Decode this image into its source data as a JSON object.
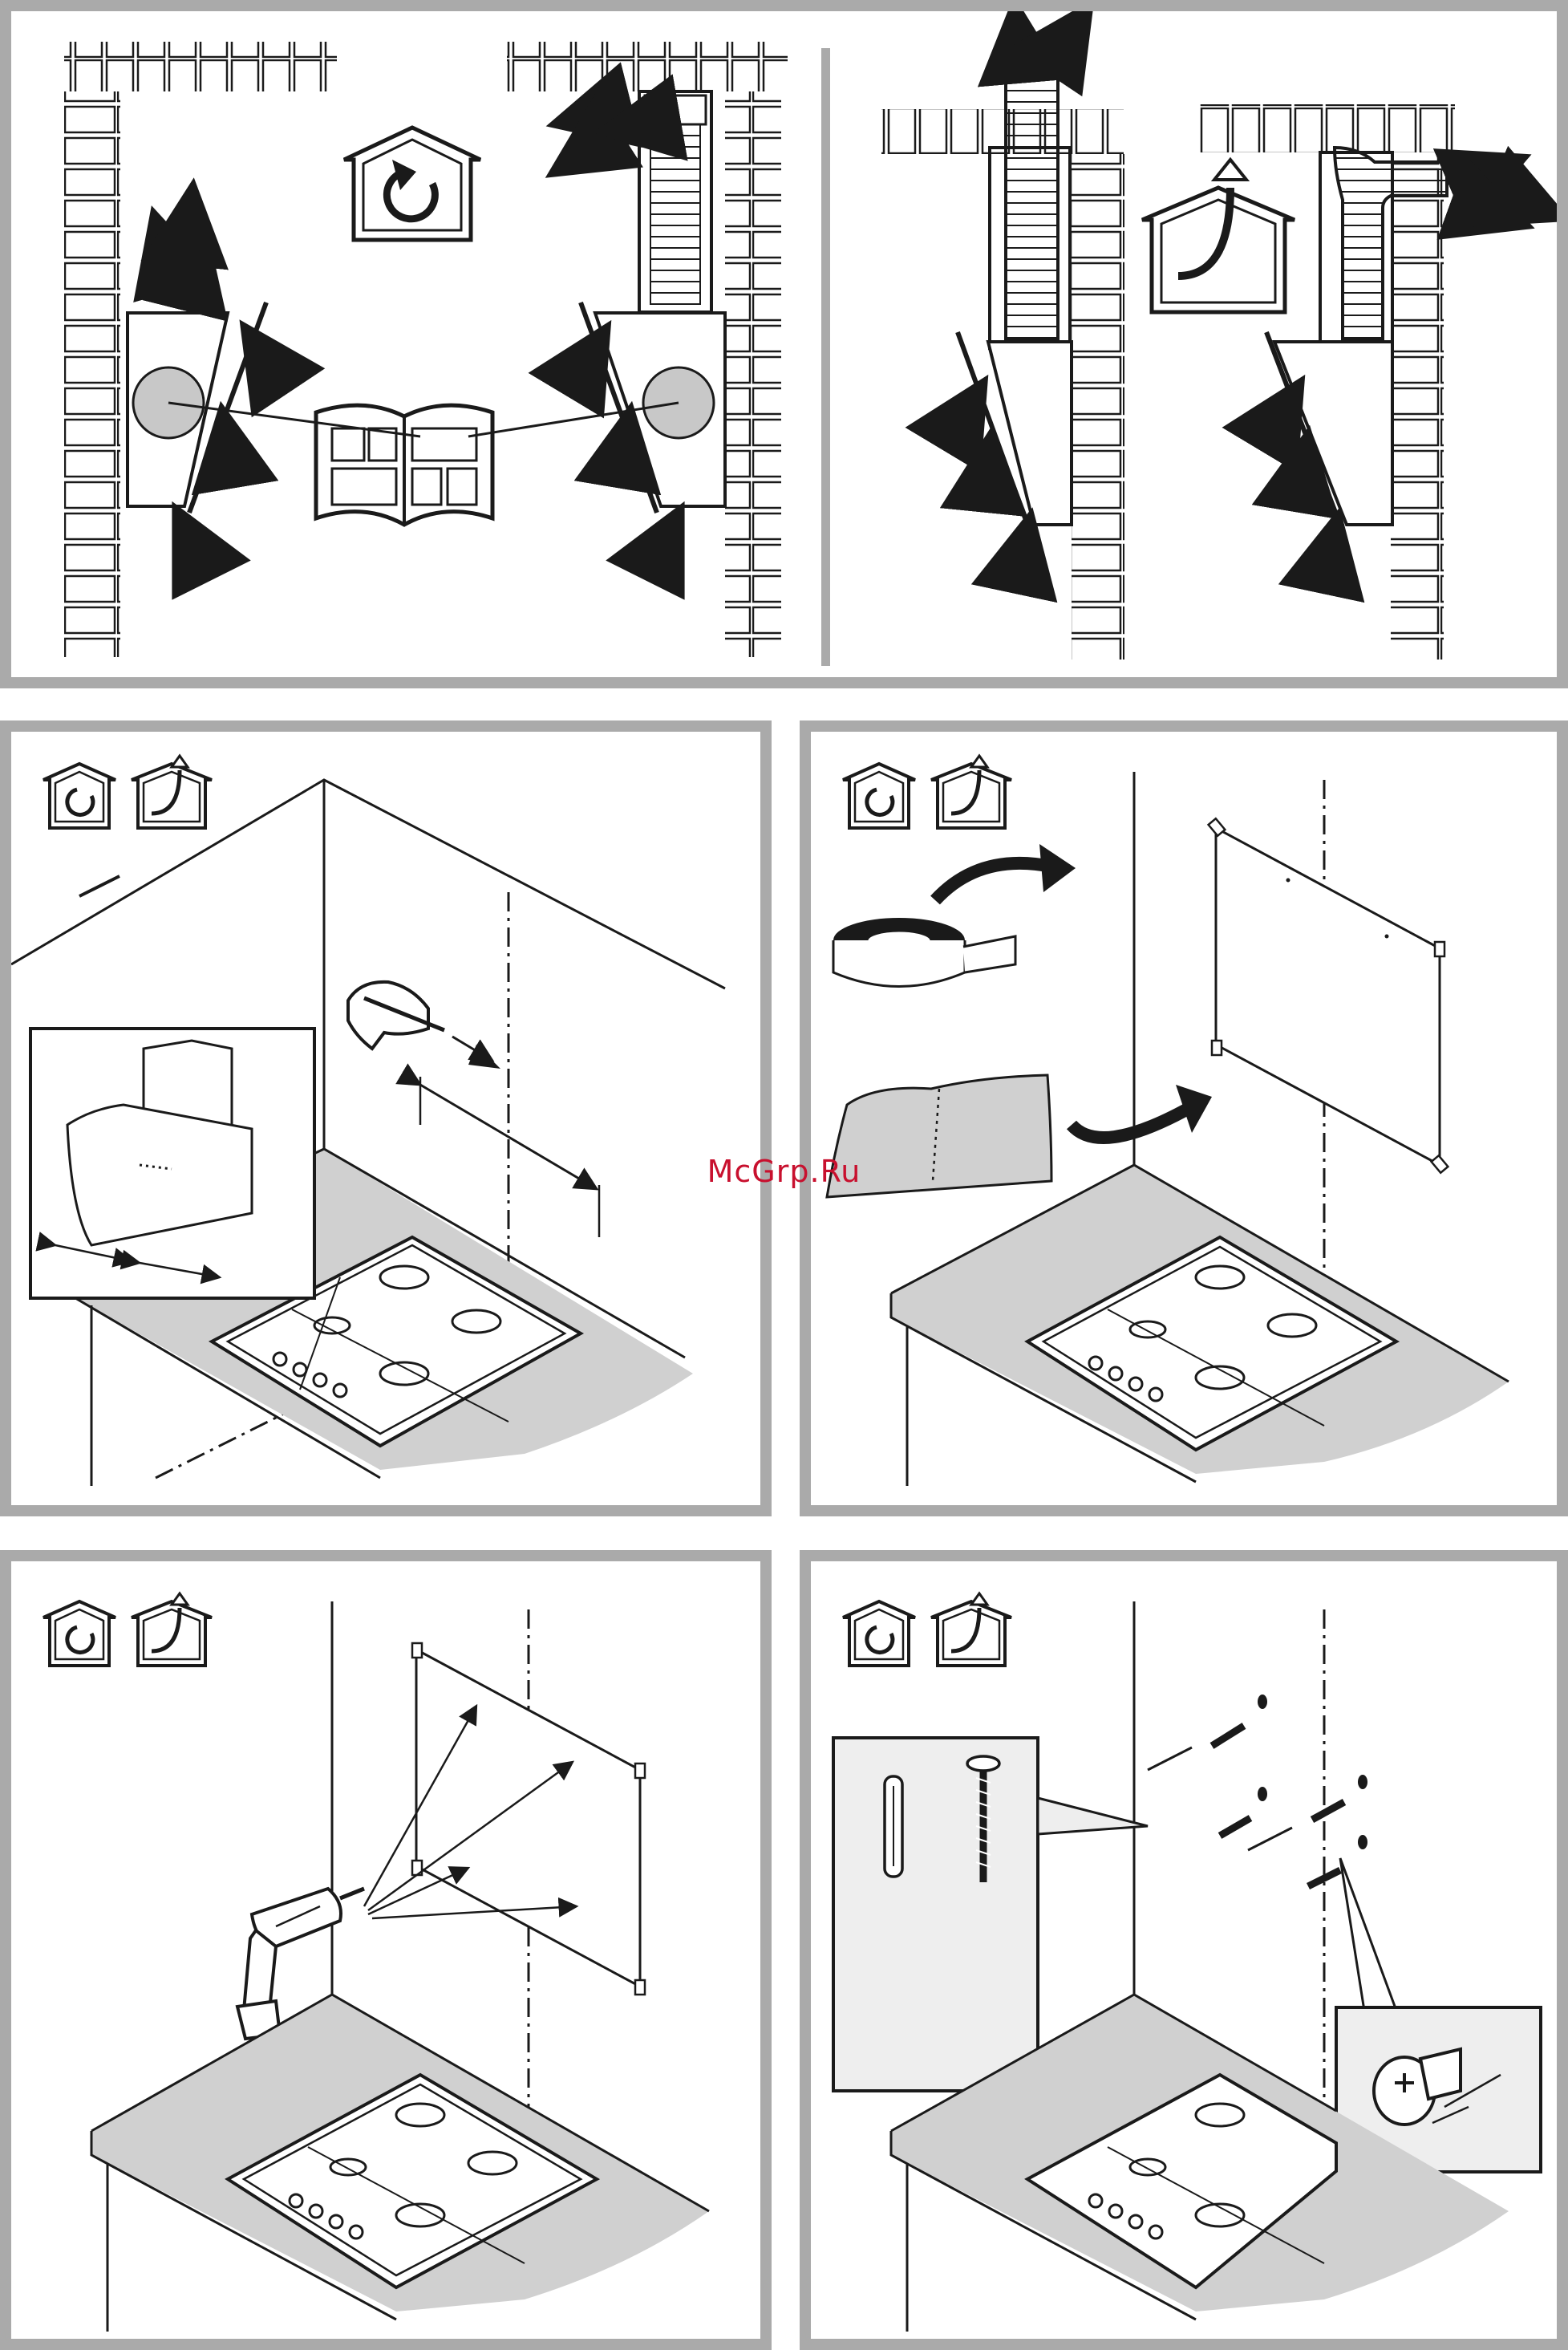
{
  "watermark": {
    "text": "McGrp.Ru",
    "color": "#c8102e"
  },
  "colors": {
    "frame": "#aaaaaa",
    "line": "#1a1a1a",
    "fill_gray": "#d0d0d0"
  },
  "icons": {
    "recirculation": "house-recirculation-icon",
    "extraction": "house-extraction-icon"
  },
  "panels": [
    {
      "id": "panel-ventilation-modes",
      "content": [
        "recirculation-hood-diagram",
        "extraction-hood-diagram"
      ]
    },
    {
      "id": "panel-step-measure-mark",
      "content": [
        "house-recirculation-icon",
        "house-extraction-icon",
        "pencil-hand-icon",
        "hood-inset"
      ]
    },
    {
      "id": "panel-step-template",
      "content": [
        "house-recirculation-icon",
        "house-extraction-icon",
        "tape-roll-icon",
        "paper-template-icon"
      ]
    },
    {
      "id": "panel-step-drill",
      "content": [
        "house-recirculation-icon",
        "house-extraction-icon",
        "drill-icon"
      ]
    },
    {
      "id": "panel-step-fixings",
      "content": [
        "house-recirculation-icon",
        "house-extraction-icon",
        "wall-plug-icon",
        "screw-icon",
        "hood-bolt-icon"
      ]
    }
  ]
}
